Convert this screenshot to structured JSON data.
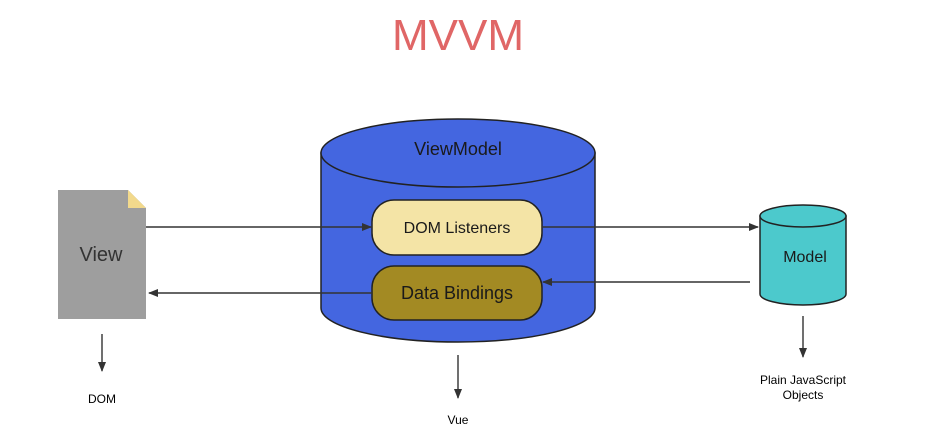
{
  "title": "MVVM",
  "nodes": {
    "view": {
      "label": "View"
    },
    "viewmodel": {
      "label": "ViewModel"
    },
    "dom_listeners": {
      "label": "DOM Listeners"
    },
    "data_bindings": {
      "label": "Data Bindings"
    },
    "model": {
      "label": "Model"
    }
  },
  "annotations": {
    "dom": "DOM",
    "vue": "Vue",
    "plain_js_line1": "Plain JavaScript",
    "plain_js_line2": "Objects"
  },
  "colors": {
    "title": "#e06666",
    "view_fill": "#9e9e9e",
    "view_corner": "#f2d98c",
    "viewmodel_fill": "#4466e0",
    "dom_listeners_fill": "#f4e4a6",
    "data_bindings_fill": "#a38a23",
    "model_fill": "#4cc9cc",
    "edge": "#333333"
  }
}
